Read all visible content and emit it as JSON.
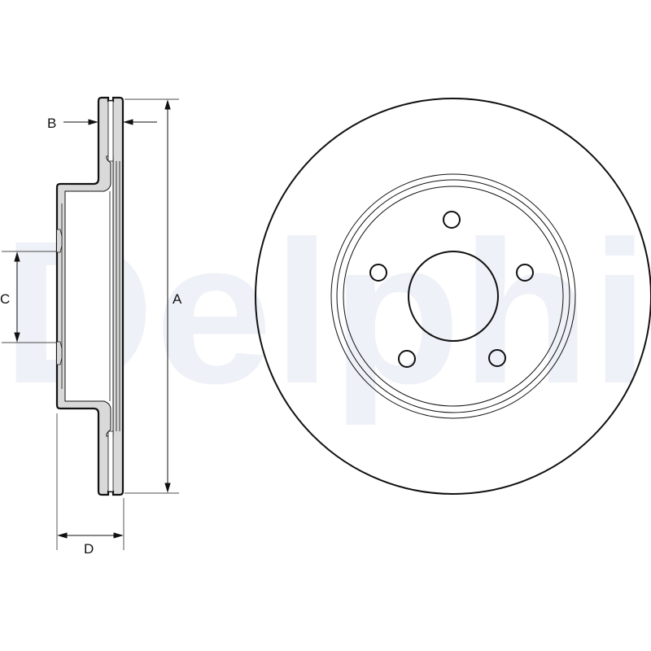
{
  "watermark": {
    "text": "Delphi",
    "color": "#eef1f7"
  },
  "dimensions": {
    "A": "A",
    "B": "B",
    "C": "C",
    "D": "D"
  },
  "colors": {
    "line": "#111111",
    "section_fill": "#d9d9d9",
    "background": "#ffffff"
  },
  "front_view": {
    "bolt_hole_count": 5
  }
}
